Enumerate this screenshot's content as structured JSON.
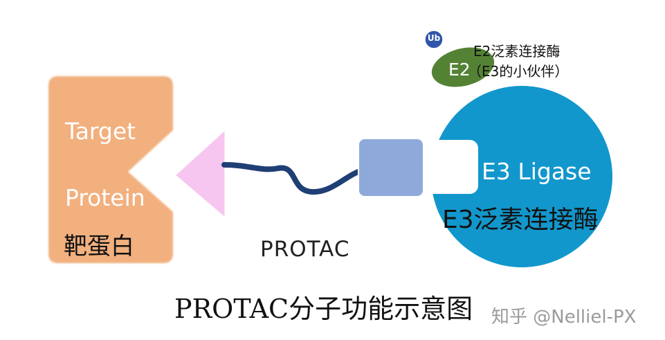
{
  "target": {
    "label_line1": "Target",
    "label_line2": "Protein",
    "label_cn": "靶蛋白"
  },
  "protac": {
    "label": "PROTAC"
  },
  "e3": {
    "label_en": "E3 Ligase",
    "label_cn": "E3泛素连接酶"
  },
  "e2": {
    "label": "E2",
    "badge": "Ub",
    "label_cn": "E2泛素连接酶",
    "partner_note": "（E3的小伙伴）"
  },
  "caption": "PROTAC分子功能示意图",
  "watermark": "知乎 @Nelliel-PX",
  "colors": {
    "target_fill": "#F1B07E",
    "warhead_fill": "#F7C6F0",
    "linker": "#1F3F75",
    "e3_binder_fill": "#8EAADB",
    "e3_fill": "#1297CC",
    "e2_fill": "#548235",
    "ub_fill": "#2F56A8"
  }
}
